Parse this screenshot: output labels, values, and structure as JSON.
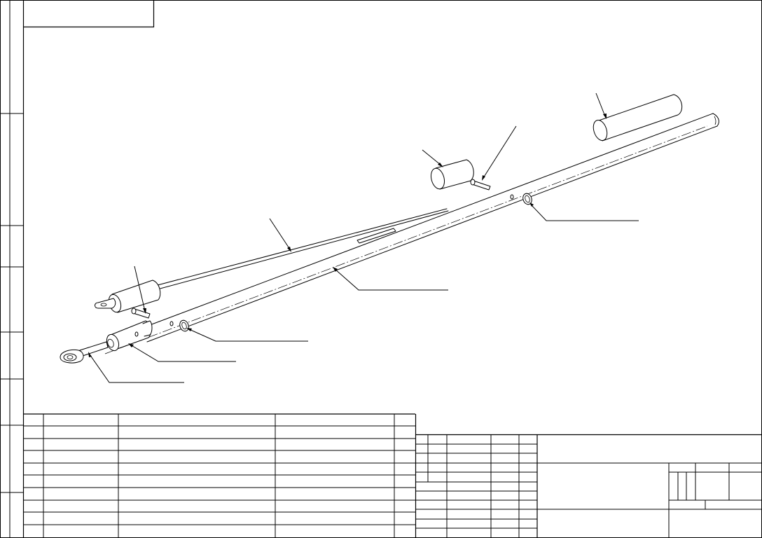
{
  "drawing": {
    "title_stamp": "",
    "bom_rows": [
      {
        "pos": "",
        "designation": "",
        "name": "",
        "note": "",
        "qty": ""
      },
      {
        "pos": "",
        "designation": "",
        "name": "",
        "note": "",
        "qty": ""
      },
      {
        "pos": "",
        "designation": "",
        "name": "",
        "note": "",
        "qty": ""
      },
      {
        "pos": "",
        "designation": "",
        "name": "",
        "note": "",
        "qty": ""
      },
      {
        "pos": "",
        "designation": "",
        "name": "",
        "note": "",
        "qty": ""
      },
      {
        "pos": "",
        "designation": "",
        "name": "",
        "note": "",
        "qty": ""
      },
      {
        "pos": "",
        "designation": "",
        "name": "",
        "note": "",
        "qty": ""
      },
      {
        "pos": "",
        "designation": "",
        "name": "",
        "note": "",
        "qty": ""
      },
      {
        "pos": "",
        "designation": "",
        "name": "",
        "note": "",
        "qty": ""
      },
      {
        "pos": "",
        "designation": "",
        "name": "",
        "note": "",
        "qty": ""
      }
    ],
    "title_block": {
      "designation": "",
      "name": "",
      "organization": ""
    },
    "callouts": [
      {
        "id": "callout-1",
        "label": ""
      },
      {
        "id": "callout-2",
        "label": ""
      },
      {
        "id": "callout-3",
        "label": ""
      },
      {
        "id": "callout-4",
        "label": ""
      },
      {
        "id": "callout-5",
        "label": ""
      },
      {
        "id": "callout-6",
        "label": ""
      },
      {
        "id": "callout-7",
        "label": ""
      },
      {
        "id": "callout-8",
        "label": ""
      },
      {
        "id": "callout-9",
        "label": ""
      }
    ]
  }
}
